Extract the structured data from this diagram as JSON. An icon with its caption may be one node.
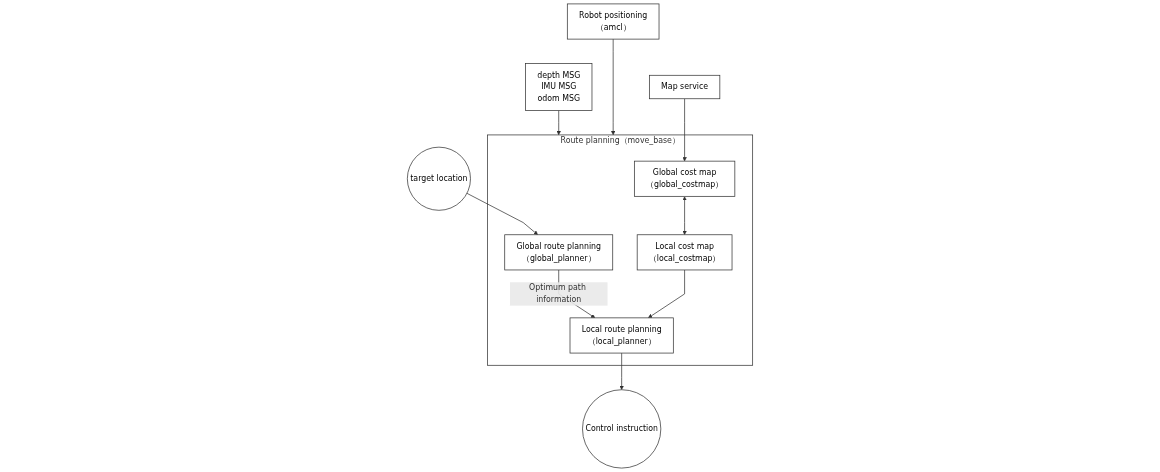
{
  "diagram": {
    "nodes": [
      {
        "text": [
          "Route planning（move_base）"
        ]
      },
      {
        "text": [
          "target location"
        ]
      },
      {
        "text": [
          "Global route planning",
          "（global_planner）"
        ],
        "in": 0
      },
      {
        "text": [
          "Global cost map",
          "（global_costmap）"
        ],
        "in": 0
      },
      {
        "text": [
          "Map service"
        ]
      },
      {
        "text": [
          "depth MSG",
          "IMU MSG",
          "odom MSG"
        ]
      },
      {
        "text": [
          "Local route planning",
          "（local_planner）"
        ],
        "in": 0
      },
      {
        "text": [
          "Local cost map",
          "（local_costmap）"
        ],
        "in": 0
      },
      {
        "text": [
          "Robot positioning",
          "（amcl）"
        ]
      },
      {
        "text": [
          "Control instruction"
        ]
      }
    ],
    "edges": [
      {
        "from": 1,
        "to": 2,
        "arrow": "to"
      },
      {
        "from": 5,
        "to": 0,
        "arrow": "to"
      },
      {
        "from": 4,
        "to": 3,
        "arrow": "to"
      },
      {
        "from": 8,
        "to": 0,
        "arrow": "to"
      },
      {
        "from": 2,
        "to": 6,
        "arrow": "to",
        "label": "Optimum path information"
      },
      {
        "from": 3,
        "to": 7,
        "arrow": "both"
      },
      {
        "from": 7,
        "to": 6,
        "arrow": "to"
      },
      {
        "from": 6,
        "to": 9,
        "arrow": "to"
      }
    ]
  }
}
